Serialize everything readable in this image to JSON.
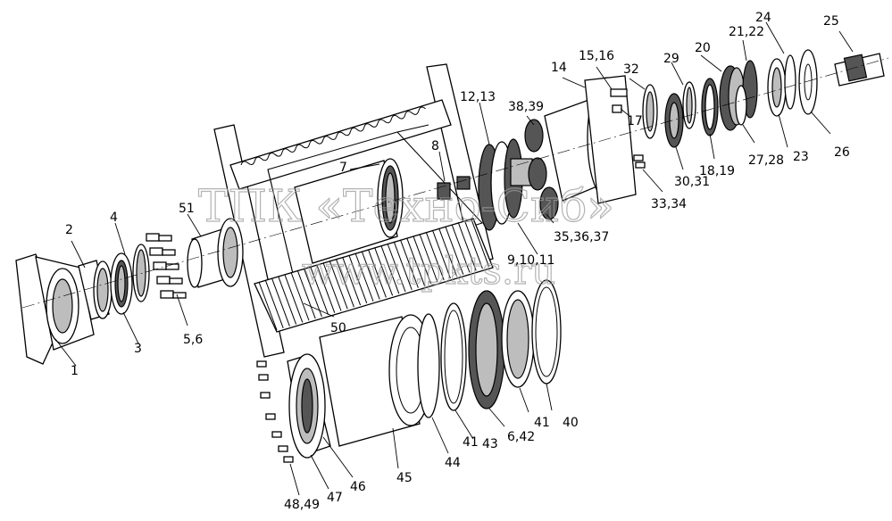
{
  "watermark": {
    "line1": "ТПК «Техно-Сиб»",
    "line2": "www.tpkts.ru"
  },
  "labels": {
    "p1": "1",
    "p2": "2",
    "p3": "3",
    "p4": "4",
    "p5_6": "5,6",
    "p7": "7",
    "p8": "8",
    "p9_10_11": "9,10,11",
    "p12_13": "12,13",
    "p14": "14",
    "p15_16": "15,16",
    "p17": "17",
    "p18_19": "18,19",
    "p20": "20",
    "p21_22": "21,22",
    "p23": "23",
    "p24": "24",
    "p25": "25",
    "p26": "26",
    "p27_28": "27,28",
    "p29": "29",
    "p30_31": "30,31",
    "p32": "32",
    "p33_34": "33,34",
    "p35_36_37": "35,36,37",
    "p38_39": "38,39",
    "p40": "40",
    "p41a": "41",
    "p41b": "41",
    "p6_42": "6,42",
    "p43": "43",
    "p44": "44",
    "p45": "45",
    "p46": "46",
    "p47": "47",
    "p48_49": "48,49",
    "p50": "50",
    "p51": "51"
  }
}
